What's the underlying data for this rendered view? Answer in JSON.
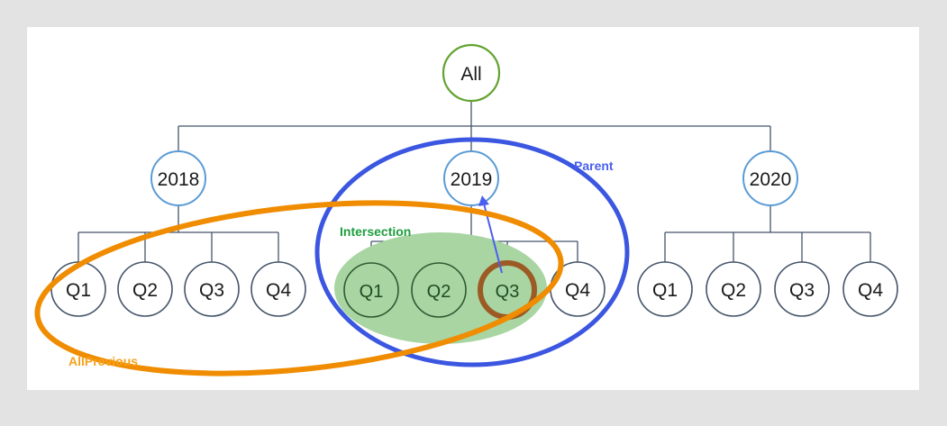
{
  "canvas": {
    "background": "#e3e3e3",
    "sheet_color": "#ffffff"
  },
  "colors": {
    "root_stroke": "#63a330",
    "year_stroke": "#5b9bd5",
    "quarter_stroke": "#44546a",
    "selected_quarter_stroke": "#2f5a33",
    "highlight_ring": "#9c5a24",
    "intersection_fill": "#a8d5a2",
    "parent_ellipse": "#3b56e0",
    "allprevious_ellipse": "#f08c00",
    "connector": "#44546a",
    "arrow": "#4a5ff0",
    "label_parent": "#4a5ff0",
    "label_intersection": "#1f9e3e",
    "label_allprevious": "#f5a21c",
    "node_text": "#1a1a1a",
    "node_text_green": "#1f4d22"
  },
  "tree": {
    "root": {
      "label": "All"
    },
    "years": [
      {
        "label": "2018",
        "quarters": [
          {
            "label": "Q1",
            "state": "normal"
          },
          {
            "label": "Q2",
            "state": "normal"
          },
          {
            "label": "Q3",
            "state": "normal"
          },
          {
            "label": "Q4",
            "state": "normal"
          }
        ]
      },
      {
        "label": "2019",
        "quarters": [
          {
            "label": "Q1",
            "state": "intersection"
          },
          {
            "label": "Q2",
            "state": "intersection"
          },
          {
            "label": "Q3",
            "state": "current"
          },
          {
            "label": "Q4",
            "state": "normal"
          }
        ]
      },
      {
        "label": "2020",
        "quarters": [
          {
            "label": "Q1",
            "state": "normal"
          },
          {
            "label": "Q2",
            "state": "normal"
          },
          {
            "label": "Q3",
            "state": "normal"
          },
          {
            "label": "Q4",
            "state": "normal"
          }
        ]
      }
    ]
  },
  "annotations": {
    "parent": "Parent",
    "intersection": "Intersection",
    "allprevious": "AllPrevious"
  }
}
